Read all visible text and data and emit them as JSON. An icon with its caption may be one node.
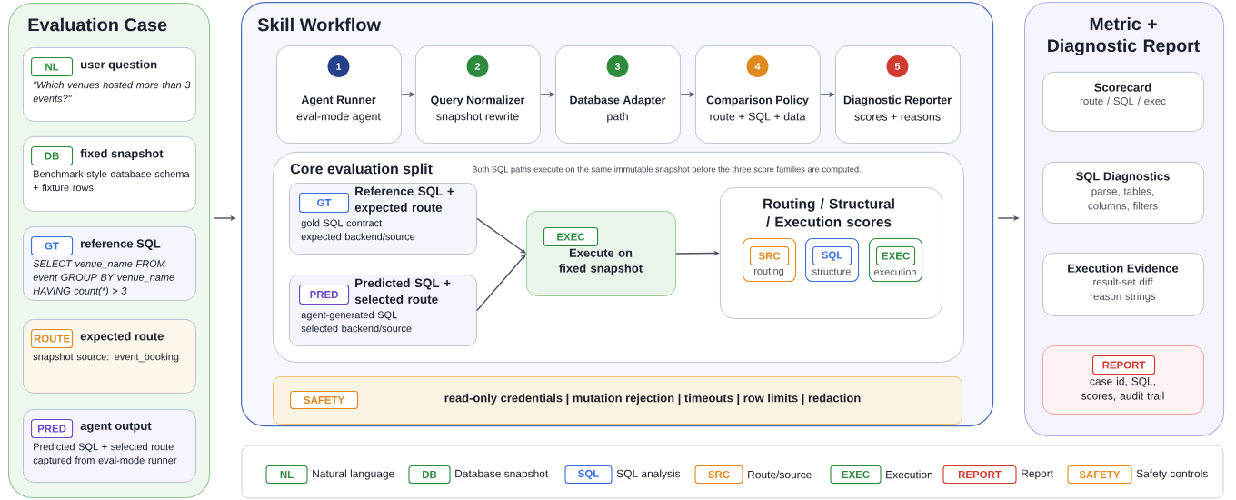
{
  "diagram": {
    "nodes": [
      {
        "text": [
          "Evaluation Case"
        ]
      },
      {
        "text": [
          "user question",
          "\"Which venues hosted more than 3 events?\""
        ],
        "in": 0
      },
      {
        "text": [
          "NL"
        ],
        "in": 1
      },
      {
        "text": [
          "fixed snapshot",
          "Benchmark-style database schema + fixture rows"
        ],
        "in": 0
      },
      {
        "text": [
          "DB"
        ],
        "in": 3
      },
      {
        "text": [
          "reference SQL",
          "SELECT venue_name FROM event GROUP BY venue_name HAVING count(*) > 3"
        ],
        "in": 0
      },
      {
        "text": [
          "GT"
        ],
        "in": 5
      },
      {
        "text": [
          "expected route",
          "snapshot source: event_booking"
        ],
        "in": 0
      },
      {
        "text": [
          "ROUTE"
        ],
        "in": 7
      },
      {
        "text": [
          "agent output",
          "Predicted SQL + selected route captured from eval-mode runner"
        ],
        "in": 0
      },
      {
        "text": [
          "PRED"
        ],
        "in": 9
      },
      {
        "text": [
          "Skill Workflow"
        ]
      },
      {
        "text": [
          "Agent Runner",
          "eval-mode agent"
        ],
        "in": 11
      },
      {
        "text": [
          "1"
        ],
        "in": 12
      },
      {
        "text": [
          "Query Normalizer",
          "snapshot rewrite"
        ],
        "in": 11
      },
      {
        "text": [
          "2"
        ],
        "in": 14
      },
      {
        "text": [
          "Database Adapter",
          "path"
        ],
        "in": 11
      },
      {
        "text": [
          "3"
        ],
        "in": 16
      },
      {
        "text": [
          "Comparison Policy",
          "route + SQL + data"
        ],
        "in": 11
      },
      {
        "text": [
          "4"
        ],
        "in": 18
      },
      {
        "text": [
          "Diagnostic Reporter",
          "scores + reasons"
        ],
        "in": 11
      },
      {
        "text": [
          "5"
        ],
        "in": 20
      },
      {
        "text": [
          "Core evaluation split",
          "Both SQL paths execute on the same immutable snapshot before the three score families are computed."
        ],
        "in": 11
      },
      {
        "text": [
          "Reference SQL + expected route",
          "gold SQL contract expected backend/source"
        ],
        "in": 22
      },
      {
        "text": [
          "GT"
        ],
        "in": 23
      },
      {
        "text": [
          "Predicted SQL + selected route",
          "agent-generated SQL selected backend/source"
        ],
        "in": 22
      },
      {
        "text": [
          "PRED"
        ],
        "in": 25
      },
      {
        "text": [
          "Execute on fixed snapshot"
        ],
        "in": 22
      },
      {
        "text": [
          "EXEC"
        ],
        "in": 27
      },
      {
        "text": [
          "Routing / Structural / Execution scores"
        ],
        "in": 22
      },
      {
        "text": [
          "routing"
        ],
        "in": 29
      },
      {
        "text": [
          "SRC"
        ],
        "in": 30
      },
      {
        "text": [
          "structure"
        ],
        "in": 29
      },
      {
        "text": [
          "SQL"
        ],
        "in": 32
      },
      {
        "text": [
          "execution"
        ],
        "in": 29
      },
      {
        "text": [
          "EXEC"
        ],
        "in": 34
      },
      {
        "text": [
          "read-only credentials | mutation rejection | timeouts | row limits | redaction"
        ],
        "in": 11
      },
      {
        "text": [
          "SAFETY"
        ],
        "in": 36
      },
      {
        "text": [
          "Metric + Diagnostic Report"
        ]
      },
      {
        "text": [
          "Scorecard",
          "route / SQL / exec"
        ],
        "in": 38
      },
      {
        "text": [
          "SQL Diagnostics",
          "parse, tables, columns, filters"
        ],
        "in": 38
      },
      {
        "text": [
          "Execution Evidence",
          "result-set diff reason strings"
        ],
        "in": 38
      },
      {
        "text": [
          "case id, SQL, scores, audit trail"
        ],
        "in": 38
      },
      {
        "text": [
          "REPORT"
        ],
        "in": 42
      }
    ],
    "edges": [
      {
        "from": 0,
        "to": 11,
        "arrow": "to"
      },
      {
        "from": 12,
        "to": 14,
        "arrow": "to"
      },
      {
        "from": 14,
        "to": 16,
        "arrow": "to"
      },
      {
        "from": 16,
        "to": 18,
        "arrow": "to"
      },
      {
        "from": 18,
        "to": 20,
        "arrow": "to"
      },
      {
        "from": 23,
        "to": 27,
        "arrow": "to"
      },
      {
        "from": 25,
        "to": 27,
        "arrow": "to"
      },
      {
        "from": 27,
        "to": 29,
        "arrow": "to"
      },
      {
        "from": 11,
        "to": 38,
        "arrow": "to"
      }
    ],
    "labels": [
      "NL",
      "DB",
      "SQL",
      "SRC",
      "EXEC",
      "REPORT",
      "SAFETY"
    ],
    "legend": [
      {
        "text": "Natural language"
      },
      {
        "text": "Database snapshot"
      },
      {
        "text": "SQL analysis"
      },
      {
        "text": "Route/source"
      },
      {
        "text": "Execution"
      },
      {
        "text": "Report"
      },
      {
        "text": "Safety controls"
      }
    ]
  }
}
